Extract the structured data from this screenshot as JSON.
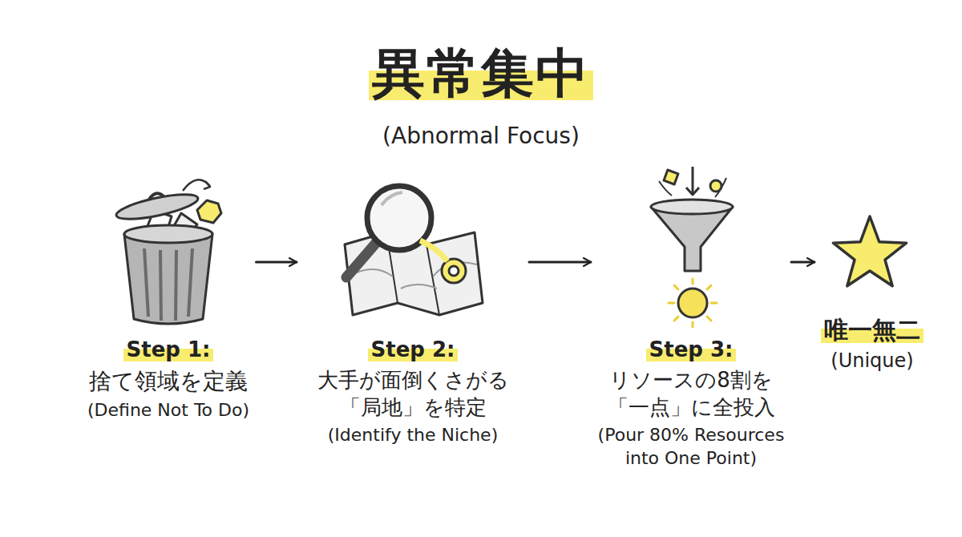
{
  "diagram": {
    "title": "異常集中",
    "nodes": [
      {
        "text": [
          "Step 1:",
          "捨て領域を定義",
          "(Define Not To Do)"
        ]
      },
      {
        "text": [
          "Step 2:",
          "大手が面倒くさがる 「局地」を特定",
          "(Identify the Niche)"
        ]
      },
      {
        "text": [
          "Step 3:",
          "リソースの8割を 「一点」に全投入",
          "(Pour 80% Resources into One Point)"
        ]
      },
      {
        "text": [
          "唯一無二",
          "(Unique)"
        ]
      }
    ],
    "edges": [
      {
        "from": 0,
        "to": 1,
        "arrow": "to"
      },
      {
        "from": 1,
        "to": 2,
        "arrow": "to"
      },
      {
        "from": 2,
        "to": 3,
        "arrow": "to"
      }
    ],
    "labels": [
      "(Abnormal Focus)"
    ]
  }
}
